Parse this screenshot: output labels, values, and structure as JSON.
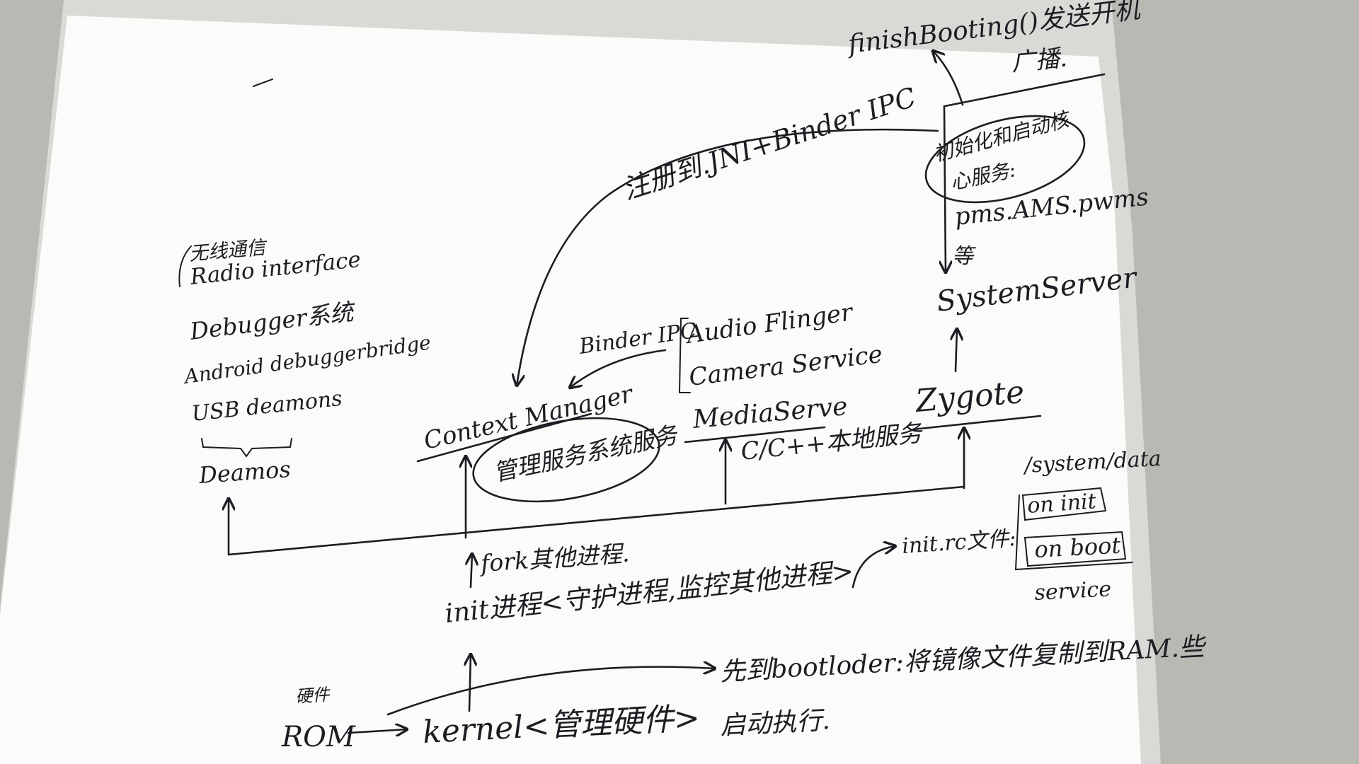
{
  "colors": {
    "paper": "#fbfbfa",
    "ink": "#1c1c22",
    "background": "#b9b8b3",
    "shadow": "#d8d8d4"
  },
  "nodes": {
    "rom": "ROM",
    "rom_note": "硬件",
    "kernel": "kernel<管理硬件>",
    "bootloader_line1": "先到bootloder:将镜像文件复制到RAM.些",
    "bootloader_line2": "启动执行.",
    "init": "init进程<守护进程,监控其他进程>",
    "fork": "fork其他进程.",
    "init_rc": "init.rc文件:",
    "system_data": "/system/data",
    "on_init": "on init",
    "on_boot": "on boot",
    "service": "service",
    "deamos": "Deamos",
    "radio_note": "无线通信",
    "radio": "Radio interface",
    "debugger": "Debugger系统",
    "adb": "Android debuggerbridge",
    "usb": "USB deamons",
    "context_manager": "Context Manager",
    "context_note": "管理服务系统服务",
    "media_server": "MediaServe",
    "media_note": "C/C++本地服务",
    "binder_ipc": "Binder IPC",
    "audio_flinger": "Audio Flinger",
    "camera_service": "Camera Service",
    "zygote": "Zygote",
    "system_server": "SystemServer",
    "ss_note_line1": "初始化和启动核",
    "ss_note_line2": "心服务:",
    "ss_services": "pms.AMS.pwms",
    "ss_etc": "等",
    "register": "注册到.JNI+Binder IPC",
    "finish_line1": "finishBooting()发送开机",
    "finish_line2": "广播."
  }
}
